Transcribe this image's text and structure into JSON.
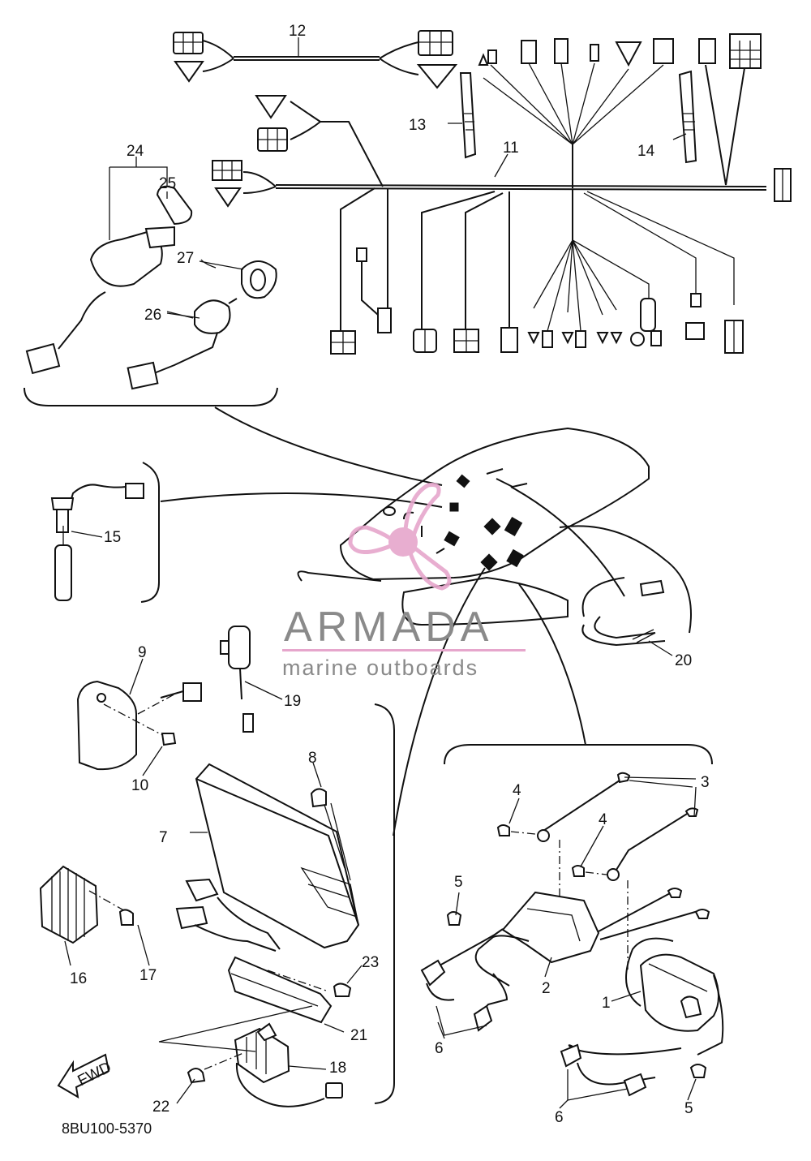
{
  "diagram": {
    "callouts": [
      "1",
      "2",
      "3",
      "4",
      "4",
      "5",
      "5",
      "6",
      "6",
      "7",
      "8",
      "9",
      "10",
      "11",
      "12",
      "13",
      "14",
      "15",
      "16",
      "17",
      "18",
      "19",
      "20",
      "21",
      "22",
      "23",
      "24",
      "25",
      "26",
      "27"
    ],
    "part_code": "8BU100-5370",
    "fwd_label": "FWD"
  },
  "watermark": {
    "brand": "ARMADA",
    "tagline": "marine outboards",
    "colors": {
      "text": "#8a8a8a",
      "accent": "#e6a6cc"
    }
  }
}
